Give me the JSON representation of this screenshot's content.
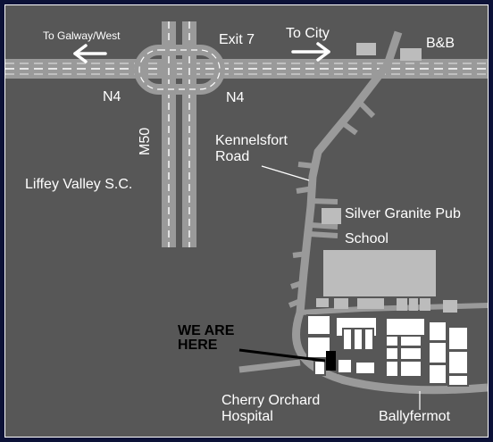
{
  "colors": {
    "background": "#575757",
    "frame": "#0c1238",
    "road": "#9a9a9a",
    "building": "#bcbcbc",
    "marker": "#000000",
    "label": "#ffffff"
  },
  "labels": {
    "to_galway": "To Galway/West",
    "exit": "Exit 7",
    "to_city": "To City",
    "bnb": "B&B",
    "n4_left": "N4",
    "n4_right": "N4",
    "m50": "M50",
    "kennelsfort_line1": "Kennelsfort",
    "kennelsfort_line2": "Road",
    "liffey": "Liffey Valley S.C.",
    "pub": "Silver Granite Pub",
    "school": "School",
    "we_are_line1": "WE ARE",
    "we_are_line2": "HERE",
    "cherry_line1": "Cherry Orchard",
    "cherry_line2": "Hospital",
    "ballyfermot": "Ballyfermot"
  },
  "icons": [
    "arrow-left-icon",
    "arrow-right-icon",
    "location-marker-icon"
  ]
}
